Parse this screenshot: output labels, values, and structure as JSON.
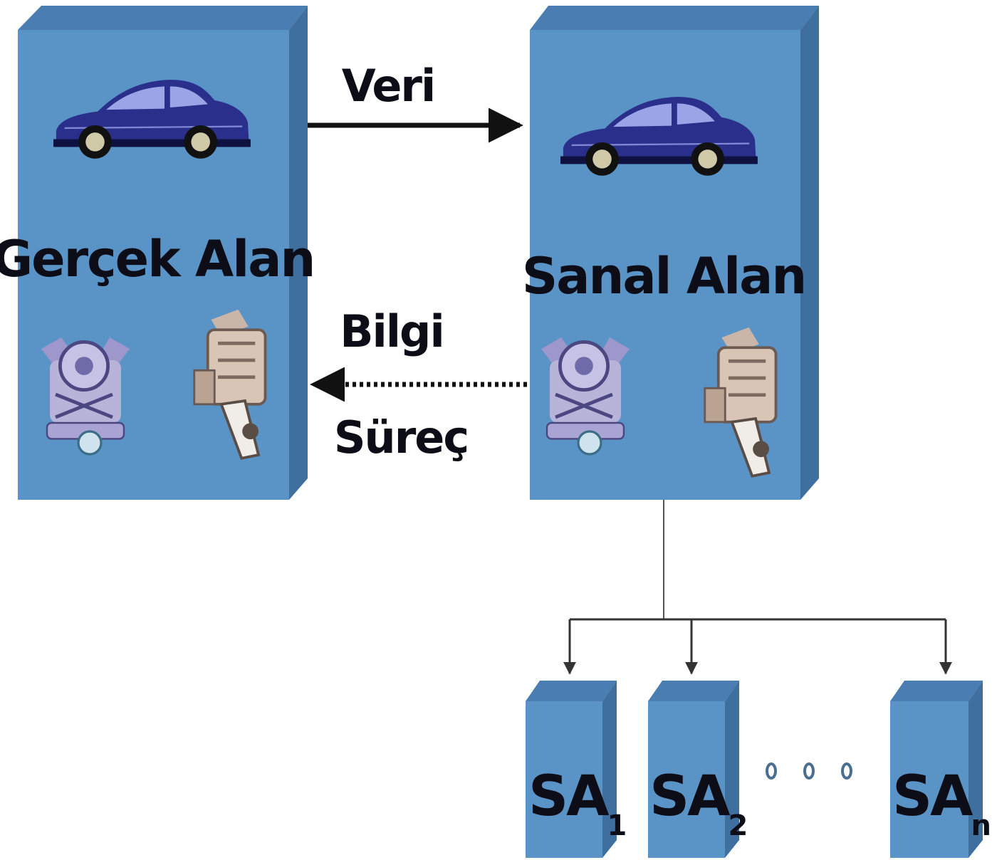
{
  "nodes": {
    "real": {
      "label": "Gerçek Alan"
    },
    "virtual": {
      "label": "Sanal Alan"
    }
  },
  "edges": {
    "data": {
      "label": "Veri"
    },
    "info": {
      "label": "Bilgi"
    },
    "process": {
      "label": "Süreç"
    }
  },
  "sub_areas": [
    {
      "base": "SA",
      "sub": "1"
    },
    {
      "base": "SA",
      "sub": "2"
    },
    {
      "base": "SA",
      "sub": "n"
    }
  ],
  "colors": {
    "box_front": "#5a93c6",
    "box_top": "#4a7db1",
    "box_side": "#3f6f9f",
    "car_body": "#2a2f8c",
    "engine": "#b7b3d9",
    "line": "#111111"
  },
  "icons": {
    "car": "car-icon",
    "engine": "engine-icon",
    "gearbox": "gearbox-icon"
  }
}
